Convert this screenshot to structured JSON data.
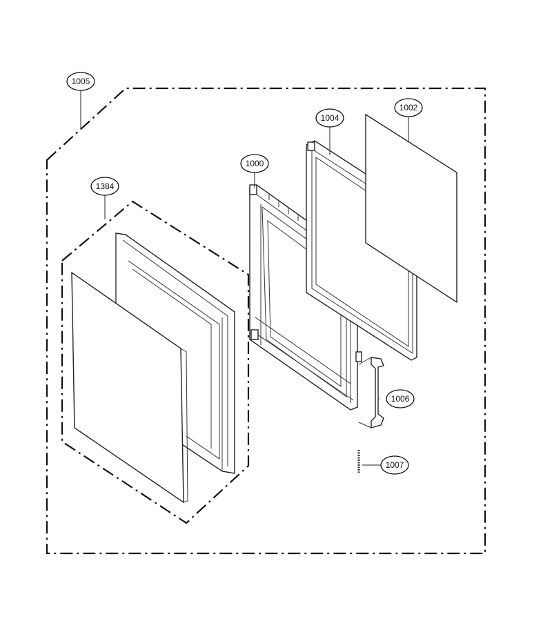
{
  "callouts": {
    "c1005": "1005",
    "c1384": "1384",
    "c1000": "1000",
    "c1004": "1004",
    "c1002": "1002",
    "c1006": "1006",
    "c1007": "1007"
  }
}
